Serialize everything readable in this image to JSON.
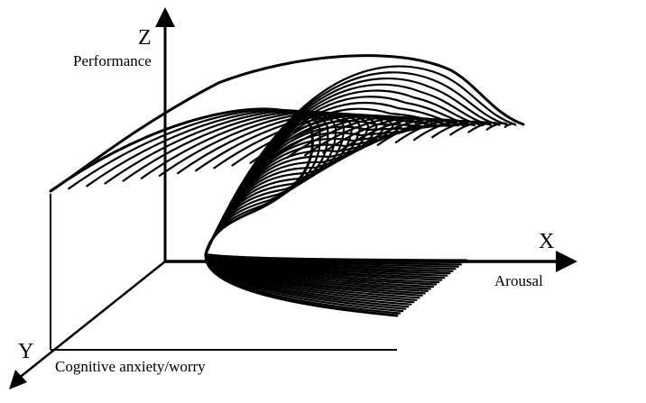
{
  "axes": {
    "z": {
      "letter": "Z",
      "name": "Performance"
    },
    "x": {
      "letter": "X",
      "name": "Arousal"
    },
    "y": {
      "letter": "Y",
      "name": "Cognitive anxiety/worry"
    }
  },
  "colors": {
    "line": "#000000",
    "background": "#ffffff"
  }
}
